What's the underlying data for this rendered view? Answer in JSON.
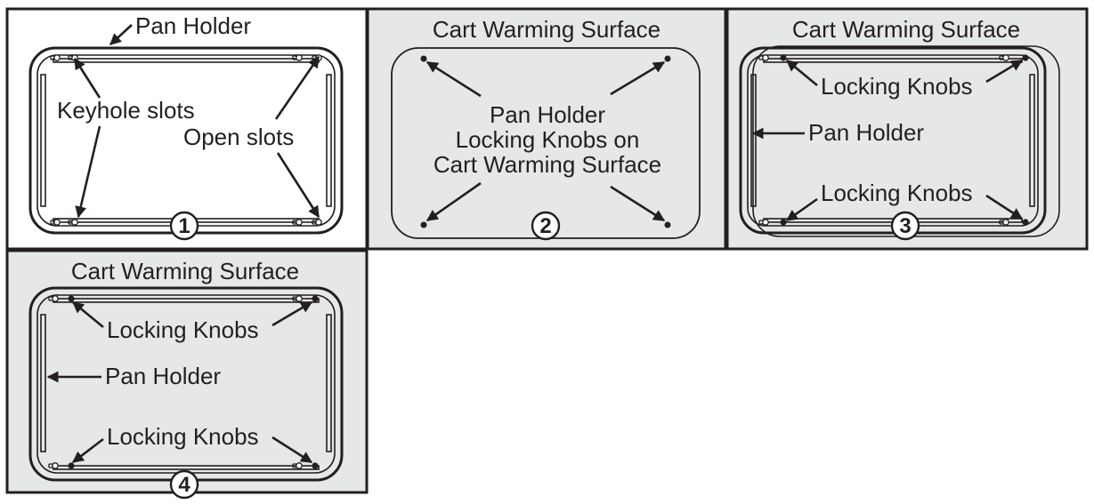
{
  "panels": [
    {
      "number": "1",
      "labels": {
        "pan_holder": "Pan Holder",
        "keyhole_slots": "Keyhole slots",
        "open_slots": "Open slots"
      }
    },
    {
      "number": "2",
      "title": "Cart Warming Surface",
      "center_lines": [
        "Pan Holder",
        "Locking Knobs on",
        "Cart Warming Surface"
      ]
    },
    {
      "number": "3",
      "title": "Cart Warming Surface",
      "labels": {
        "top_knobs": "Locking Knobs",
        "pan_holder": "Pan Holder",
        "bottom_knobs": "Locking Knobs"
      }
    },
    {
      "number": "4",
      "title": "Cart Warming Surface",
      "labels": {
        "top_knobs": "Locking Knobs",
        "pan_holder": "Pan Holder",
        "bottom_knobs": "Locking Knobs"
      }
    }
  ],
  "colors": {
    "ink": "#231f20",
    "panel_gray": "#e6e7e8",
    "white": "#ffffff"
  }
}
